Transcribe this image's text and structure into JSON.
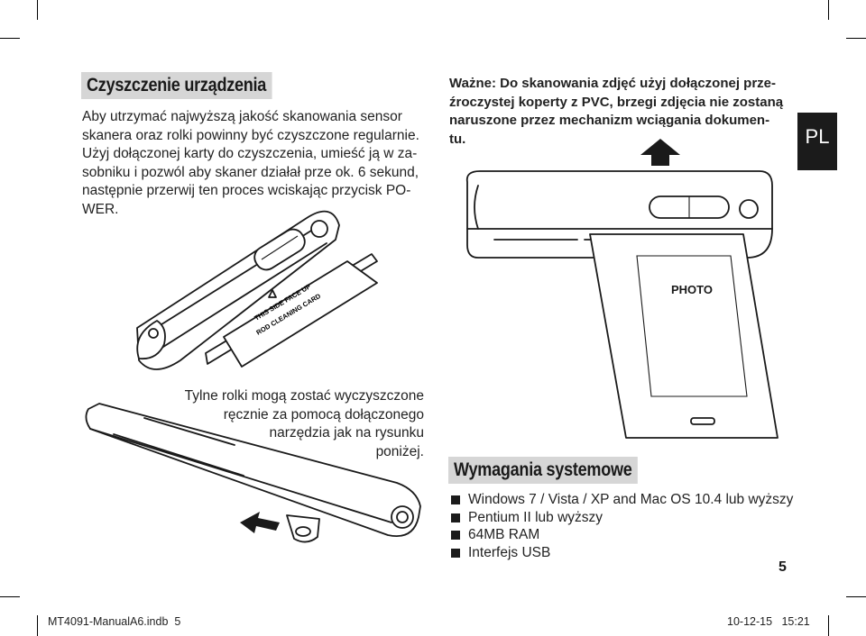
{
  "left": {
    "heading": "Czyszczenie urządzenia",
    "para_lines": [
      "Aby utrzymać najwyższą jakość skanowania sensor",
      "skanera oraz rolki powinny być czyszczone regularnie.",
      "Użyj dołączonej karty do czyszczenia, umieść ją w za-",
      "sobniku i pozwól aby skaner działał prze ok. 6 sekund,",
      "następnie przerwij ten proces wciskając przycisk PO-",
      "WER."
    ],
    "card_line1": "THIS SIDE FACE UP",
    "card_line2": "ROD CLEANING CARD",
    "rollers_lines": [
      "Tylne rolki mogą zostać wyczyszczone",
      "ręcznie za pomocą dołączonego",
      "narzędzia jak na rysunku",
      "poniżej."
    ]
  },
  "right": {
    "important_lines": [
      "Ważne: Do skanowania zdjęć użyj dołączonej prze-",
      "źroczystej koperty z PVC, brzegi zdjęcia nie zostaną",
      "naruszone przez mechanizm wciągania dokumen-",
      "tu."
    ],
    "photo_label": "PHOTO",
    "lang_tab": "PL",
    "req_heading": "Wymagania systemowe",
    "requirements": [
      "Windows 7 / Vista / XP and Mac OS 10.4 lub wyższy",
      "Pentium II lub wyższy",
      "64MB RAM",
      "Interfejs USB"
    ]
  },
  "page_number": "5",
  "footer": {
    "file": "MT4091-ManualA6.indb",
    "page": "5",
    "date": "10-12-15",
    "time": "15:21"
  }
}
